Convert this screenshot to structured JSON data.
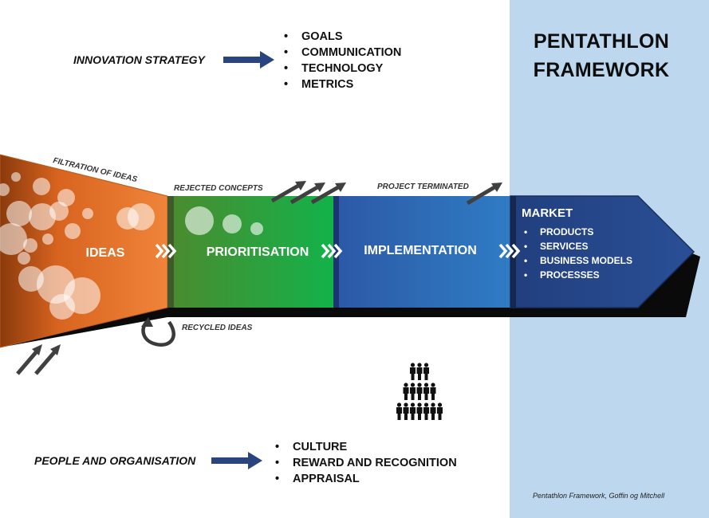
{
  "framework_title": [
    "PENTATHLON",
    "FRAMEWORK"
  ],
  "source_note": "Pentathlon Framework, Goffin og Mitchell",
  "innovation_strategy": {
    "label": "INNOVATION STRATEGY",
    "items": [
      "GOALS",
      "COMMUNICATION",
      "TECHNOLOGY",
      "METRICS"
    ]
  },
  "people_organisation": {
    "label": "PEOPLE AND ORGANISATION",
    "items": [
      "CULTURE",
      "REWARD AND RECOGNITION",
      "APPRAISAL"
    ]
  },
  "stages": {
    "ideas": "IDEAS",
    "prioritisation": "PRIORITISATION",
    "implementation": "IMPLEMENTATION"
  },
  "annotations": {
    "filtration": "FILTRATION OF IDEAS",
    "rejected": "REJECTED CONCEPTS",
    "terminated": "PROJECT TERMINATED",
    "recycled": "RECYCLED IDEAS"
  },
  "market": {
    "title": "MARKET",
    "items": [
      "PRODUCTS",
      "SERVICES",
      "BUSINESS MODELS",
      "PROCESSES"
    ]
  },
  "colors": {
    "side_panel": "#bdd7ee",
    "ideas_orange": "#ed7d31",
    "prioritisation_green": "#22b04b",
    "implementation_blue": "#2e75b6",
    "market_navy": "#1f3f7a",
    "arrow_navy": "#2a4480"
  },
  "icons": [
    "arrow-right-icon",
    "people-pyramid-icon",
    "chevron-right-icon",
    "curved-arrow-icon"
  ]
}
